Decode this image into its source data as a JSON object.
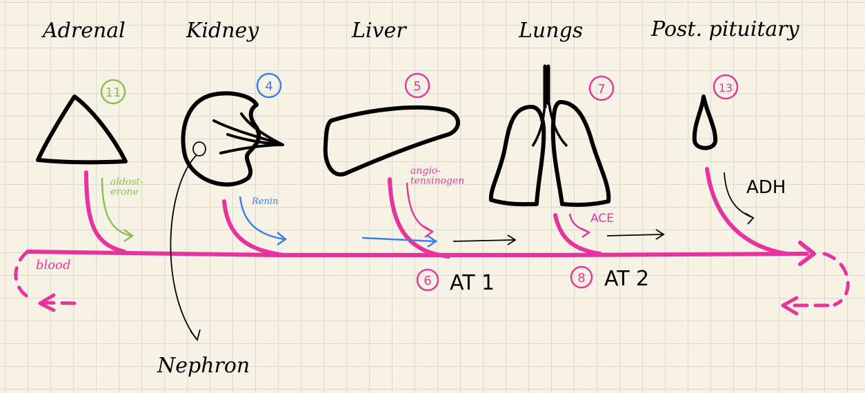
{
  "colors": {
    "ink": "#000000",
    "blood": "#e8339e",
    "green": "#8cc04e",
    "blue": "#3b7ee6",
    "magenta": "#e0399a"
  },
  "organs": {
    "adrenal": {
      "label": "Adrenal",
      "number": "11"
    },
    "kidney": {
      "label": "Kidney",
      "number": "4",
      "sub_label": "Nephron"
    },
    "liver": {
      "label": "Liver",
      "number": "5"
    },
    "lungs": {
      "label": "Lungs",
      "number": "7"
    },
    "pituitary": {
      "label": "Post. pituitary",
      "number": "13"
    }
  },
  "secretions": {
    "aldosterone": "aldost-\nerone",
    "renin": "Renin",
    "angiotensinogen": "angio-\ntensinogen",
    "ace": "ACE",
    "adh": "ADH"
  },
  "products": {
    "at1": {
      "number": "6",
      "label": "AT 1"
    },
    "at2": {
      "number": "8",
      "label": "AT 2"
    }
  },
  "blood_label": "blood"
}
